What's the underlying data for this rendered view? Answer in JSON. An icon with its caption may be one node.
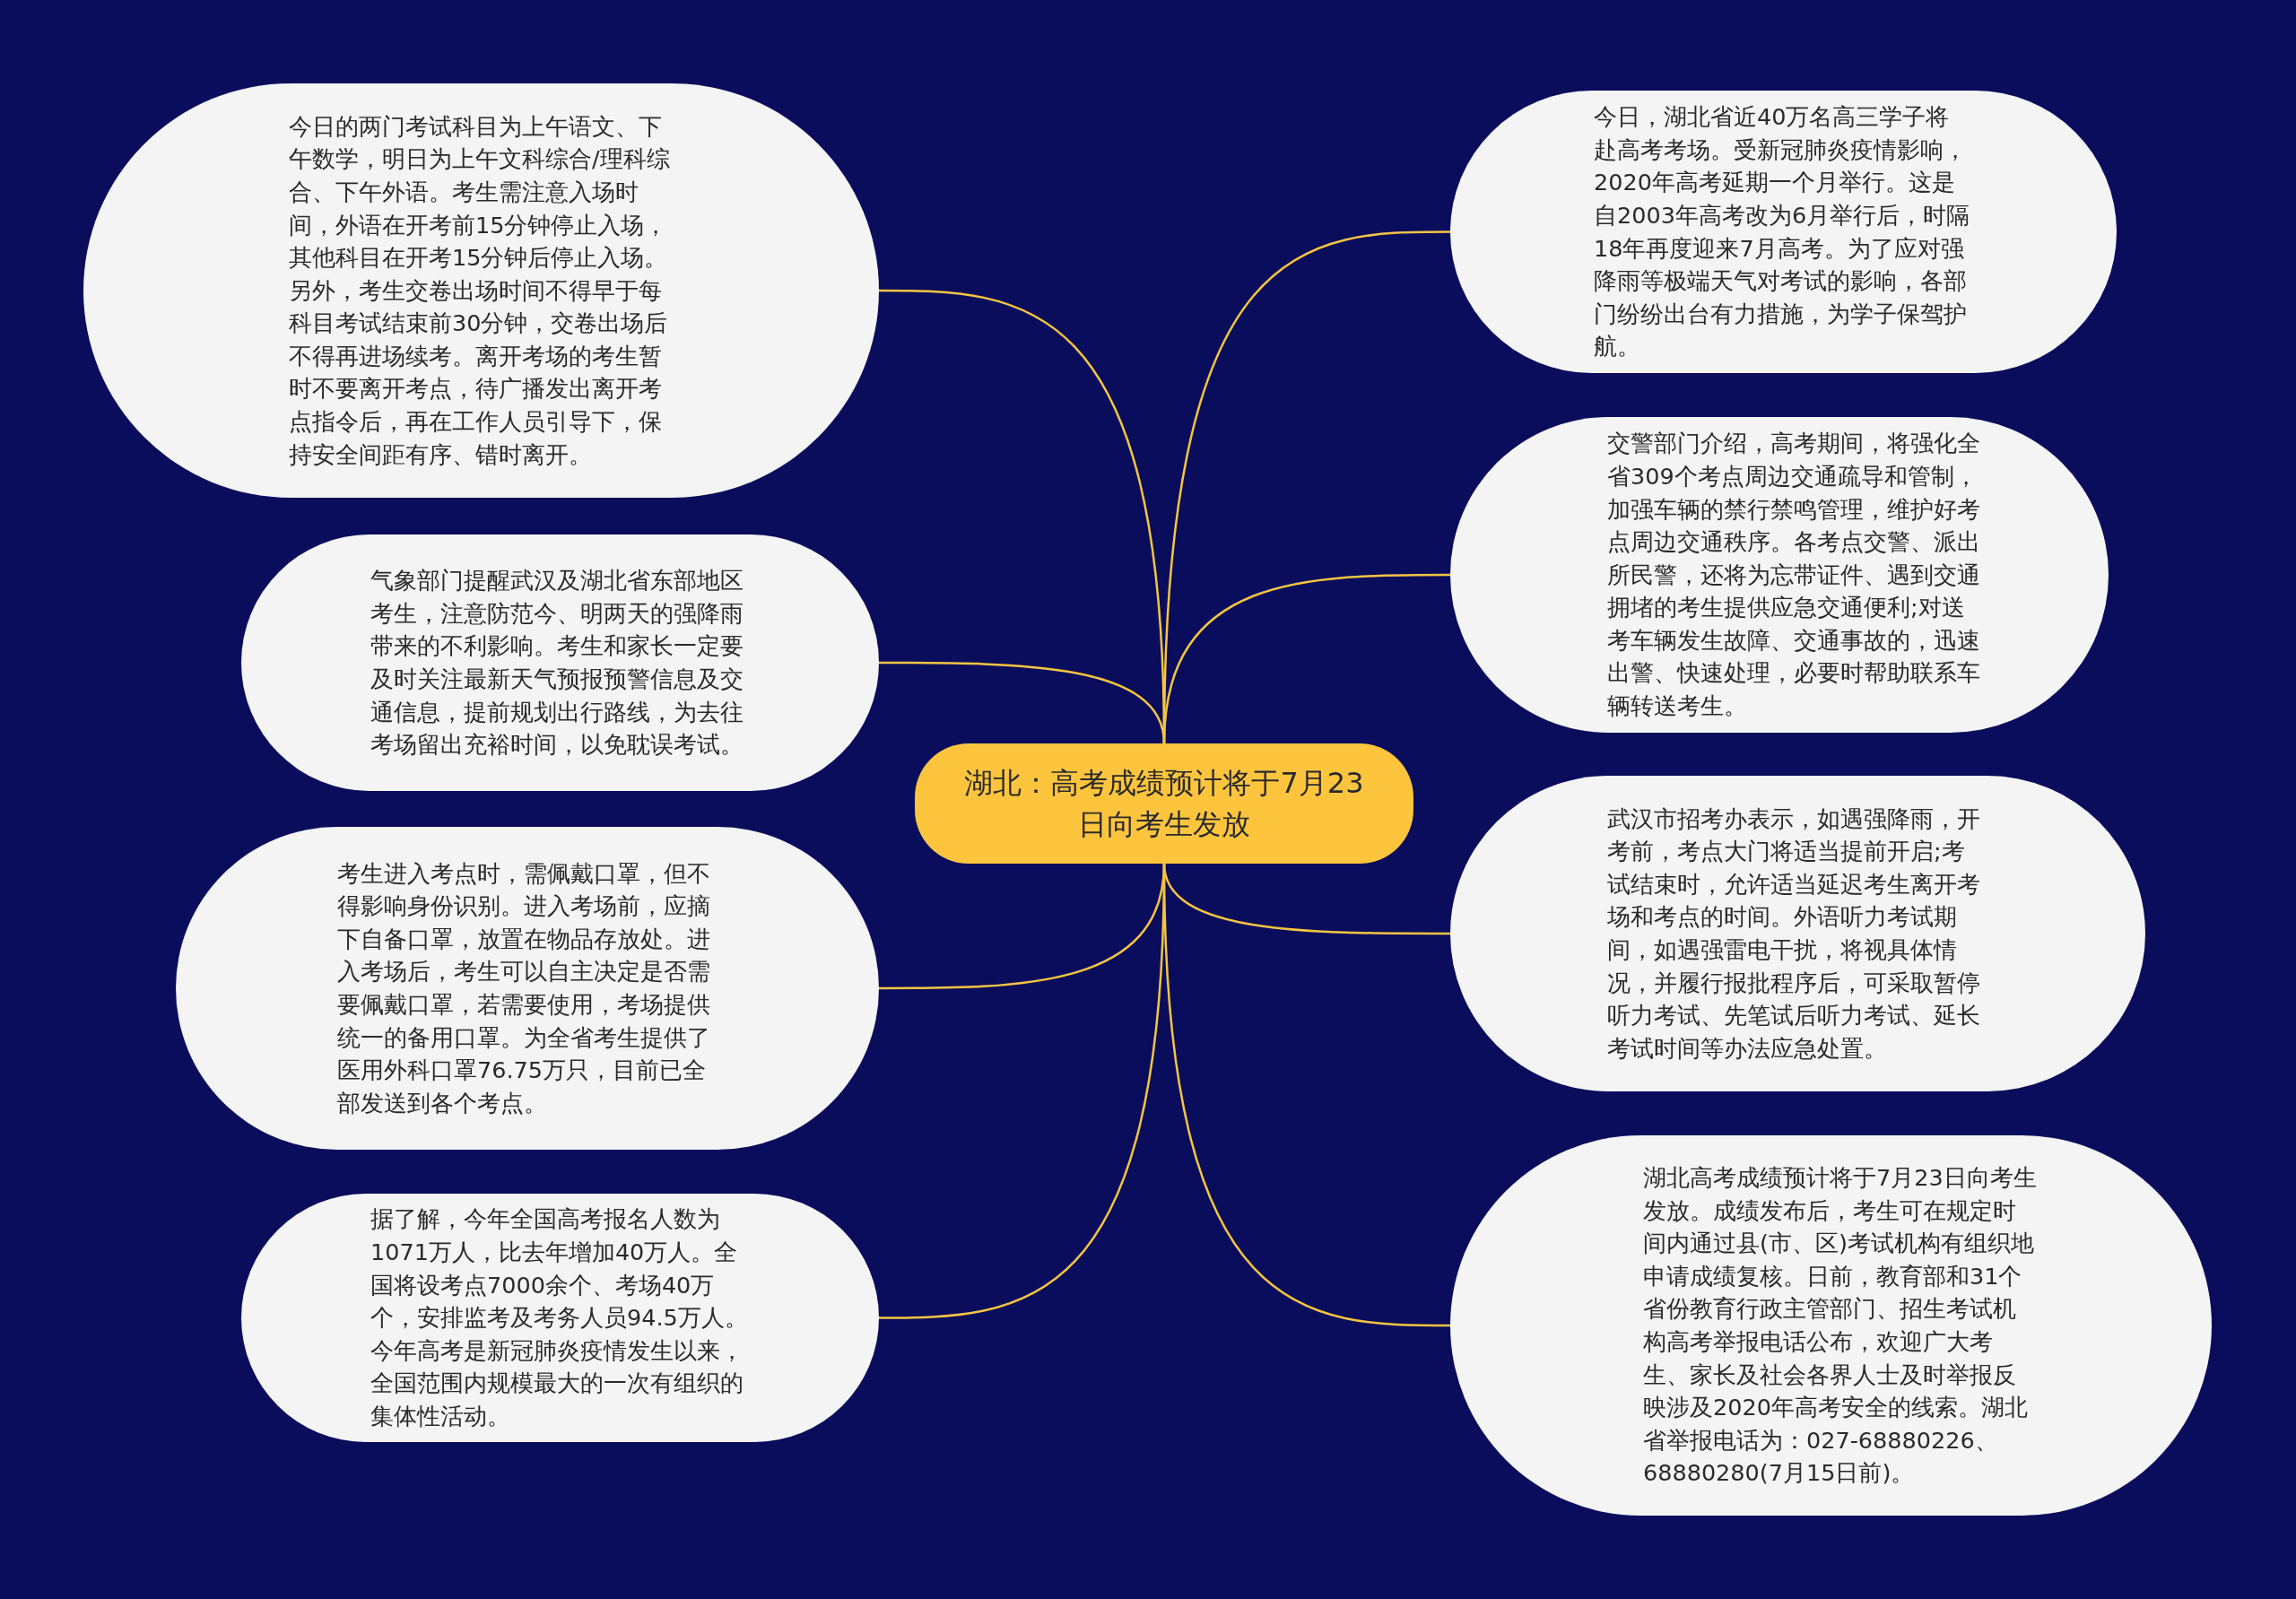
{
  "diagram": {
    "nodes": [
      {
        "text": [
          "湖北：高考成绩预计将于7月23日向考生发放"
        ]
      },
      {
        "text": [
          "今日的两门考试科目为上午语文、下午数学，明日为上午文科综合/理科综合、下午外语。考生需注意入场时间，外语在开考前15分钟停止入场，其他科目在开考15分钟后停止入场。另外，考生交卷出场时间不得早于每科目考试结束前30分钟，交卷出场后不得再进场续考。离开考场的考生暂时不要离开考点，待广播发出离开考点指令后，再在工作人员引导下，保持安全间距有序、错时离开。"
        ]
      },
      {
        "text": [
          "气象部门提醒武汉及湖北省东部地区考生，注意防范今、明两天的强降雨带来的不利影响。考生和家长一定要及时关注最新天气预报预警信息及交通信息，提前规划出行路线，为去往考场留出充裕时间，以免耽误考试。"
        ]
      },
      {
        "text": [
          "考生进入考点时，需佩戴口罩，但不得影响身份识别。进入考场前，应摘下自备口罩，放置在物品存放处。进入考场后，考生可以自主决定是否需要佩戴口罩，若需要使用，考场提供统一的备用口罩。为全省考生提供了医用外科口罩76.75万只，目前已全部发送到各个考点。"
        ]
      },
      {
        "text": [
          "据了解，今年全国高考报名人数为1071万人，比去年增加40万人。全国将设考点7000余个、考场40万个，安排监考及考务人员94.5万人。今年高考是新冠肺炎疫情发生以来，全国范围内规模最大的一次有组织的集体性活动。"
        ]
      },
      {
        "text": [
          "今日，湖北省近40万名高三学子将赴高考考场。受新冠肺炎疫情影响，2020年高考延期一个月举行。这是自2003年高考改为6月举行后，时隔18年再度迎来7月高考。为了应对强降雨等极端天气对考试的影响，各部门纷纷出台有力措施，为学子保驾护航。"
        ]
      },
      {
        "text": [
          "交警部门介绍，高考期间，将强化全省309个考点周边交通疏导和管制，加强车辆的禁行禁鸣管理，维护好考点周边交通秩序。各考点交警、派出所民警，还将为忘带证件、遇到交通拥堵的考生提供应急交通便利;对送考车辆发生故障、交通事故的，迅速出警、快速处理，必要时帮助联系车辆转送考生。"
        ]
      },
      {
        "text": [
          "武汉市招考办表示，如遇强降雨，开考前，考点大门将适当提前开启;考试结束时，允许适当延迟考生离开考场和考点的时间。外语听力考试期间，如遇强雷电干扰，将视具体情况，并履行报批程序后，可采取暂停听力考试、先笔试后听力考试、延长考试时间等办法应急处置。"
        ]
      },
      {
        "text": [
          "湖北高考成绩预计将于7月23日向考生发放。成绩发布后，考生可在规定时间内通过县(市、区)考试机构有组织地申请成绩复核。日前，教育部和31个省份教育行政主管部门、招生考试机构高考举报电话公布，欢迎广大考生、家长及社会各界人士及时举报反映涉及2020年高考安全的线索。湖北省举报电话为：027-68880226、68880280(7月15日前)。"
        ]
      }
    ],
    "edges": [
      {
        "from": 0,
        "to": 1,
        "arrow": "none"
      },
      {
        "from": 0,
        "to": 2,
        "arrow": "none"
      },
      {
        "from": 0,
        "to": 3,
        "arrow": "none"
      },
      {
        "from": 0,
        "to": 4,
        "arrow": "none"
      },
      {
        "from": 0,
        "to": 5,
        "arrow": "none"
      },
      {
        "from": 0,
        "to": 6,
        "arrow": "none"
      },
      {
        "from": 0,
        "to": 7,
        "arrow": "none"
      },
      {
        "from": 0,
        "to": 8,
        "arrow": "none"
      }
    ]
  }
}
